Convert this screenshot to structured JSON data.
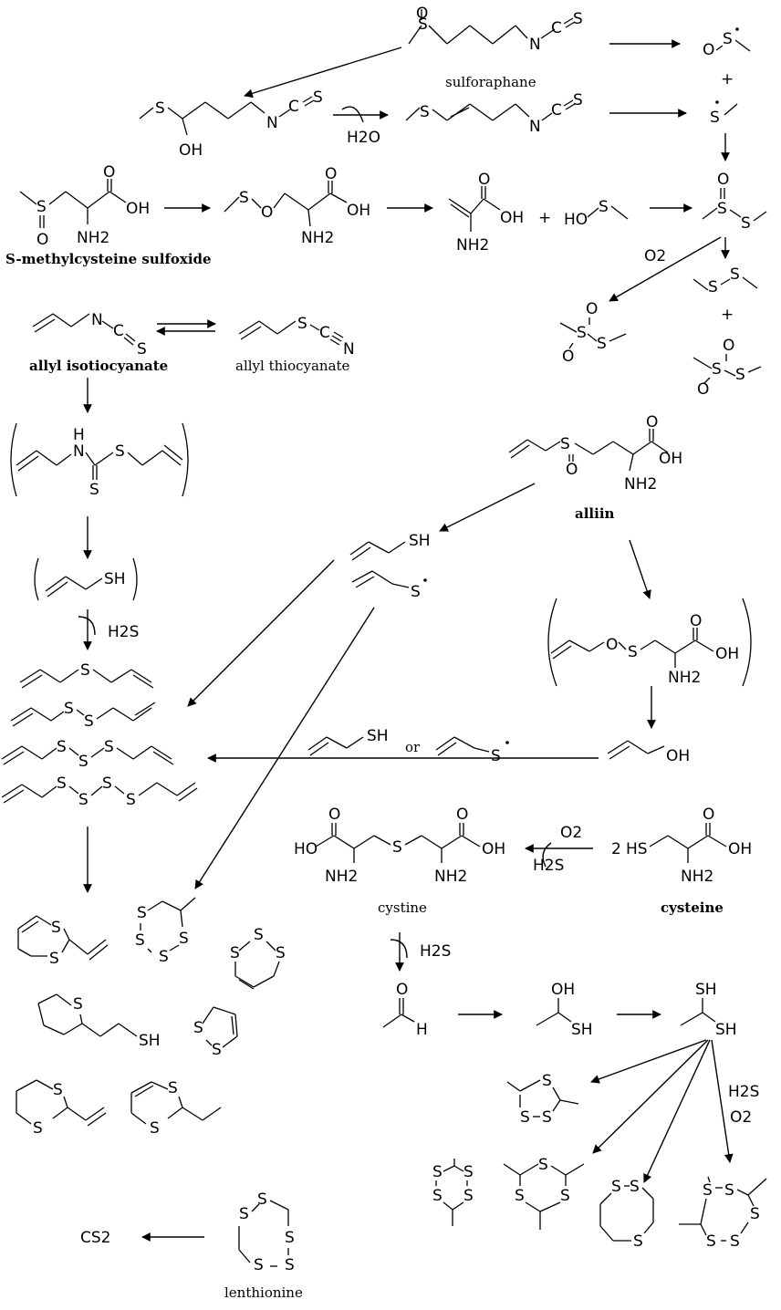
{
  "names": {
    "sulforaphane": "sulforaphane",
    "smcso": "S-methylcysteine sulfoxide",
    "allyl_isothiocyanate": "allyl isotiocyanate",
    "allyl_thiocyanate": "allyl thiocyanate",
    "alliin": "alliin",
    "cystine": "cystine",
    "cysteine": "cysteine",
    "lenthionine": "lenthionine"
  },
  "reagents": {
    "h2o": "H2O",
    "o2": "O2",
    "h2s": "H2S",
    "cs2": "CS2",
    "or": "or",
    "plus": "+",
    "two": "2"
  },
  "atoms": {
    "S": "S",
    "O": "O",
    "N": "N",
    "C": "C",
    "H": "H",
    "OH": "OH",
    "HO": "HO",
    "SH": "SH",
    "HS": "HS",
    "NH2": "NH2"
  }
}
